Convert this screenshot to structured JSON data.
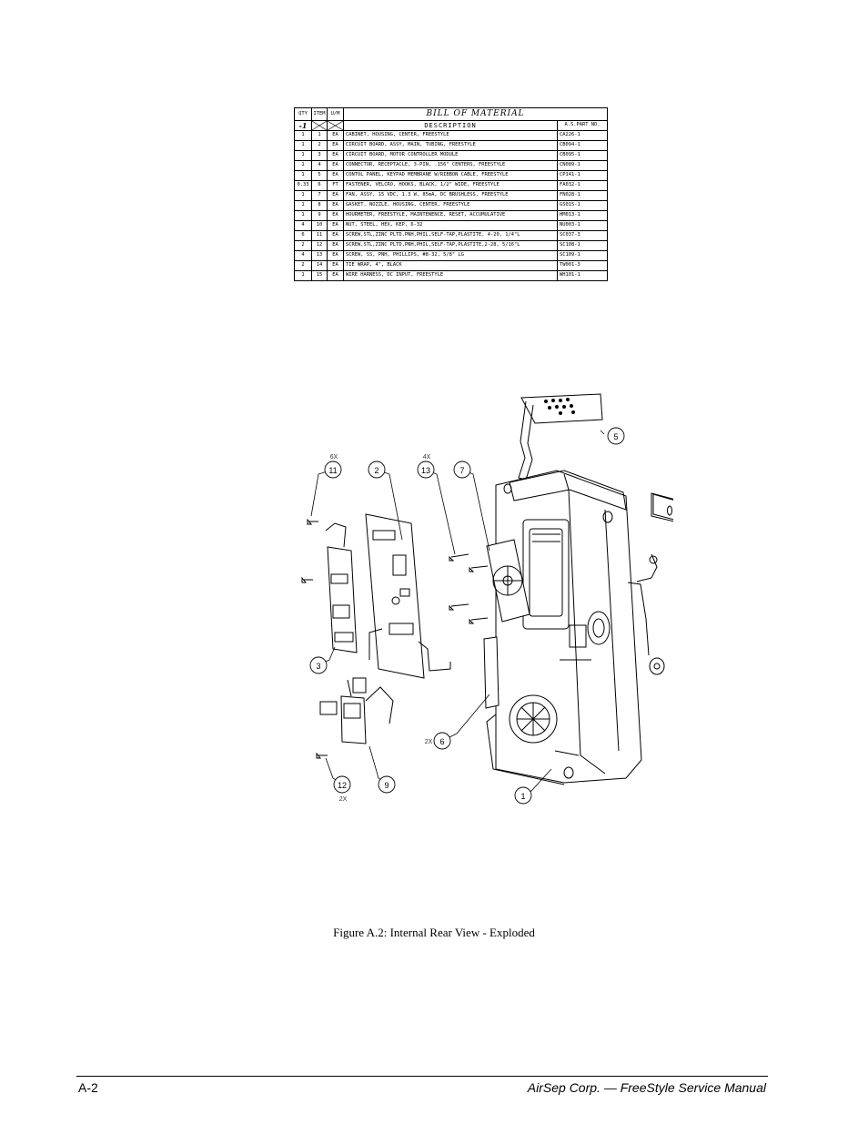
{
  "bom": {
    "headers": {
      "qty": "QTY",
      "item": "ITEM",
      "um": "U/M",
      "title": "BILL OF MATERIAL",
      "qty_sub": "-1",
      "description": "DESCRIPTION",
      "part_no": "A.S.PART NO."
    },
    "rows": [
      {
        "qty": "1",
        "item": "1",
        "um": "EA",
        "desc": "CABINET, HOUSING, CENTER, FREESTYLE",
        "part": "CA226-1"
      },
      {
        "qty": "1",
        "item": "2",
        "um": "EA",
        "desc": "CIRCUIT BOARD, ASSY, MAIN, TUBING, FREESTYLE",
        "part": "CB094-1"
      },
      {
        "qty": "1",
        "item": "3",
        "um": "EA",
        "desc": "CIRCUIT BOARD, MOTOR CONTROLLER MODULE",
        "part": "CB095-1"
      },
      {
        "qty": "1",
        "item": "4",
        "um": "EA",
        "desc": "CONNECTOR, RECEPTACLE, 3-PIN, .156\" CENTERS, FREESTYLE",
        "part": "CN089-1"
      },
      {
        "qty": "1",
        "item": "5",
        "um": "EA",
        "desc": "CONTOL PANEL, KEYPAD MEMBRANE W/RIBBON CABLE, FREESTYLE",
        "part": "CP141-1"
      },
      {
        "qty": "0.33",
        "item": "6",
        "um": "FT",
        "desc": "FASTENER, VELCRO, HOOKS, BLACK, 1/2\" WIDE, FREESTYLE",
        "part": "FA032-1"
      },
      {
        "qty": "1",
        "item": "7",
        "um": "EA",
        "desc": "FAN, ASSY, 15 VDC, 1.3 W, 85mA, DC BRUSHLESS, FREESTYLE",
        "part": "FN028-1"
      },
      {
        "qty": "1",
        "item": "8",
        "um": "EA",
        "desc": "GASKET, NOZZLE, HOUSING, CENTER, FREESTYLE",
        "part": "GS015-1"
      },
      {
        "qty": "1",
        "item": "9",
        "um": "EA",
        "desc": "HOURMETER, FREESTYLE, MAINTENENCE, RESET, ACCUMULATIVE",
        "part": "HM013-1"
      },
      {
        "qty": "4",
        "item": "10",
        "um": "EA",
        "desc": "NUT, STEEL, HEX, KEP, 6-32",
        "part": "NU003-1"
      },
      {
        "qty": "6",
        "item": "11",
        "um": "EA",
        "desc": "SCREW,STL,ZINC PLTD,PNH,PHIL,SELF-TAP,PLASTITE, 4-20, 1/4\"L",
        "part": "SC037-3"
      },
      {
        "qty": "2",
        "item": "12",
        "um": "EA",
        "desc": "SCREW,STL,ZINC PLTD,PNH,PHIL,SELF-TAP,PLASTITE,2-28, 5/16\"L",
        "part": "SC108-1"
      },
      {
        "qty": "4",
        "item": "13",
        "um": "EA",
        "desc": "SCREW, SS, PNH, PHILLIPS, #8-32, 5/8\" LG",
        "part": "SC109-1"
      },
      {
        "qty": "2",
        "item": "14",
        "um": "EA",
        "desc": "TIE WRAP, 4\", BLACK",
        "part": "TW001-3"
      },
      {
        "qty": "1",
        "item": "15",
        "um": "EA",
        "desc": "WIRE HARNESS, DC INPUT, FREESTYLE",
        "part": "WH101-1"
      }
    ]
  },
  "drawing": {
    "callouts": [
      {
        "num": "5",
        "mult": ""
      },
      {
        "num": "11",
        "mult": "6X"
      },
      {
        "num": "2",
        "mult": ""
      },
      {
        "num": "13",
        "mult": "4X"
      },
      {
        "num": "7",
        "mult": ""
      },
      {
        "num": "3",
        "mult": ""
      },
      {
        "num": "6",
        "mult": "2X"
      },
      {
        "num": "12",
        "mult": "2X"
      },
      {
        "num": "9",
        "mult": ""
      },
      {
        "num": "1",
        "mult": ""
      }
    ]
  },
  "caption": "Figure A.2: Internal Rear View - Exploded",
  "footer": {
    "page_number": "A-2",
    "manual_title": "AirSep Corp. — FreeStyle Service Manual"
  }
}
